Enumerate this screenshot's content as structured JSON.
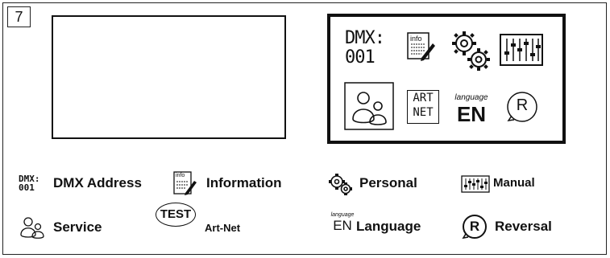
{
  "step": "7",
  "menu": {
    "dmx_line1": "DMX:",
    "dmx_line2": "001",
    "info_text": "info",
    "artnet_line1": "ART",
    "artnet_line2": "NET",
    "language_text": "language",
    "language_code": "EN",
    "reversal_letter": "R"
  },
  "legend": {
    "dmx_line1": "DMX:",
    "dmx_line2": "001",
    "dmx_label": "DMX Address",
    "info_text": "info",
    "information_label": "Information",
    "personal_label": "Personal",
    "manual_label": "Manual",
    "service_label": "Service",
    "test_text": "TEST",
    "artnet_label": "Art-Net",
    "language_text": "language",
    "language_code": "EN",
    "language_label": "Language",
    "reversal_letter": "R",
    "reversal_label": "Reversal"
  }
}
